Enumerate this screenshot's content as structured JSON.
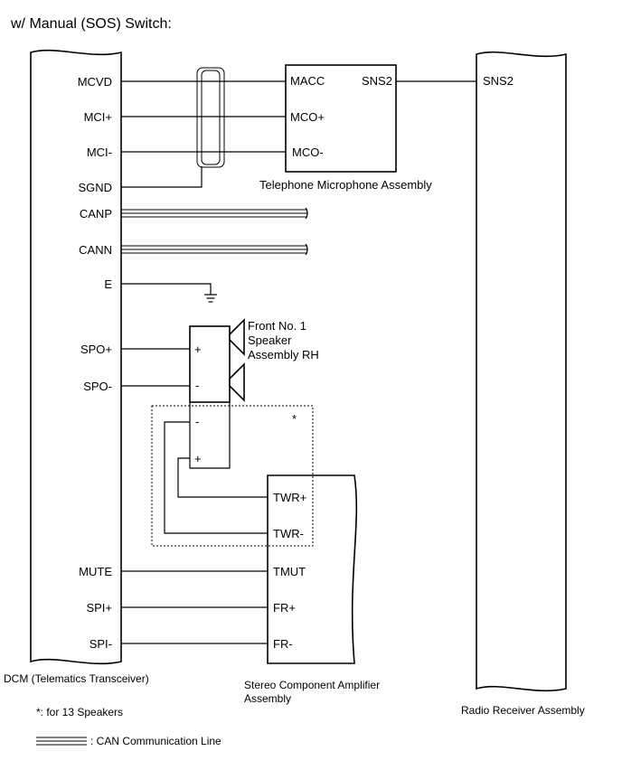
{
  "title": "w/ Manual (SOS) Switch:",
  "components": {
    "dcm": {
      "label": "DCM (Telematics Transceiver)",
      "pins": {
        "mcvd": "MCVD",
        "mci_plus": "MCI+",
        "mci_minus": "MCI-",
        "sgnd": "SGND",
        "canp": "CANP",
        "cann": "CANN",
        "e": "E",
        "spo_plus": "SPO+",
        "spo_minus": "SPO-",
        "mute": "MUTE",
        "spi_plus": "SPI+",
        "spi_minus": "SPI-"
      }
    },
    "microphone": {
      "label": "Telephone Microphone Assembly",
      "pins": {
        "macc": "MACC",
        "sns2": "SNS2",
        "mco_plus": "MCO+",
        "mco_minus": "MCO-"
      }
    },
    "radio": {
      "label": "Radio Receiver Assembly",
      "pins": {
        "sns2": "SNS2"
      }
    },
    "speaker": {
      "label_lines": [
        "Front No. 1",
        "Speaker",
        "Assembly RH"
      ],
      "pins": {
        "plus": "+",
        "minus": "-"
      }
    },
    "tweeter": {
      "pins": {
        "minus": "-",
        "plus": "+"
      }
    },
    "amplifier": {
      "label_lines": [
        "Stereo Component Amplifier",
        "Assembly"
      ],
      "pins": {
        "twr_plus": "TWR+",
        "twr_minus": "TWR-",
        "tmut": "TMUT",
        "fr_plus": "FR+",
        "fr_minus": "FR-"
      }
    }
  },
  "notes": {
    "asterisk": "*",
    "footnote": "*: for 13 Speakers",
    "can_legend": ": CAN Communication Line"
  }
}
